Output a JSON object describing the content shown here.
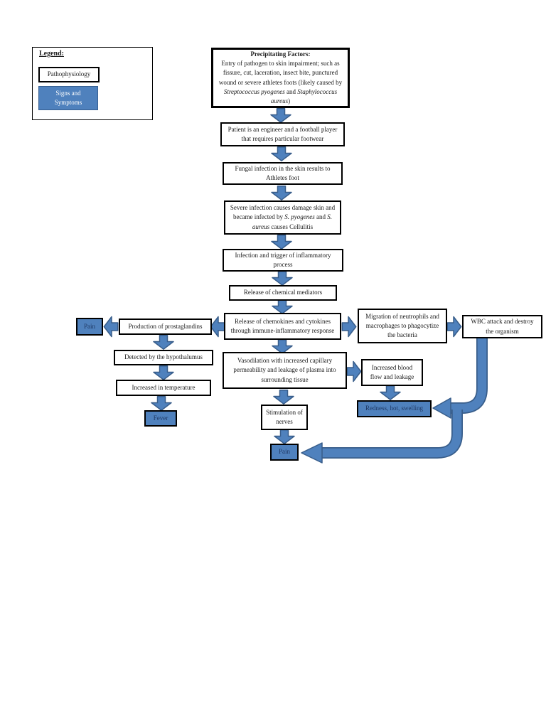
{
  "colors": {
    "blue_fill": "#4f81bd",
    "blue_border": "#385d8a",
    "box_border": "#000000",
    "text": "#1a1a1a",
    "blue_box_text": "#1f3864",
    "legend_blue_text": "#ffffff",
    "page_background": "#ffffff"
  },
  "legend": {
    "title": "Legend:",
    "pathophysiology_label": "Pathophysiology",
    "signs_symptoms_label": "Signs and Symptoms"
  },
  "flow": {
    "precipitating_title": "Precipitating Factors:",
    "precipitating_segments": [
      {
        "t": "Entry of pathogen to skin impairment; such as fissure, cut, laceration, insect bite, punctured wound or severe athletes foots (likely caused by ",
        "i": false
      },
      {
        "t": "Streptococcus pyogenes",
        "i": true
      },
      {
        "t": " and ",
        "i": false
      },
      {
        "t": "Staphylococcus aureus",
        "i": true
      },
      {
        "t": ")",
        "i": false
      }
    ],
    "patient": "Patient is an engineer and a football player that requires particular footwear",
    "fungal": "Fungal infection in the skin results to Athletes foot",
    "severe_segments": [
      {
        "t": "Severe infection causes damage skin and became infected by ",
        "i": false
      },
      {
        "t": "S. pyogenes",
        "i": true
      },
      {
        "t": " and ",
        "i": false
      },
      {
        "t": "S. aureus",
        "i": true
      },
      {
        "t": " causes Cellulitis",
        "i": false
      }
    ],
    "infection_trigger": "Infection and trigger of inflammatory process",
    "chemical_mediators": "Release of chemical mediators",
    "chemokines": "Release of chemokines and cytokines through immune-inflammatory response",
    "production": "Production of prostaglandins",
    "pain_left": "Pain",
    "detected": "Detected by the hypothalumus",
    "temperature": "Increased in temperature",
    "fever": "Fever",
    "migration": "Migration of neutrophils and macrophages to phagocytize the bacteria",
    "wbc": "WBC attack and destroy the organism",
    "vasodilation": "Vasodilation with increased capillary permeability and leakage of plasma into surrounding tissue",
    "blood_flow": "Increased blood flow and leakage",
    "redness": "Redness, hot, swelling",
    "stimulation": "Stimulation of nerves",
    "pain_bottom": "Pain"
  }
}
